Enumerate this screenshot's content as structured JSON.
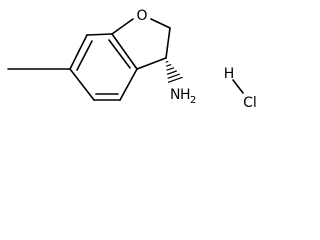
{
  "molecule": {
    "ring_oxygen": "O",
    "amine_N": "N",
    "amine_H": "H",
    "amine_H_count": "2",
    "salt_H": "H",
    "salt_Cl": "Cl"
  }
}
